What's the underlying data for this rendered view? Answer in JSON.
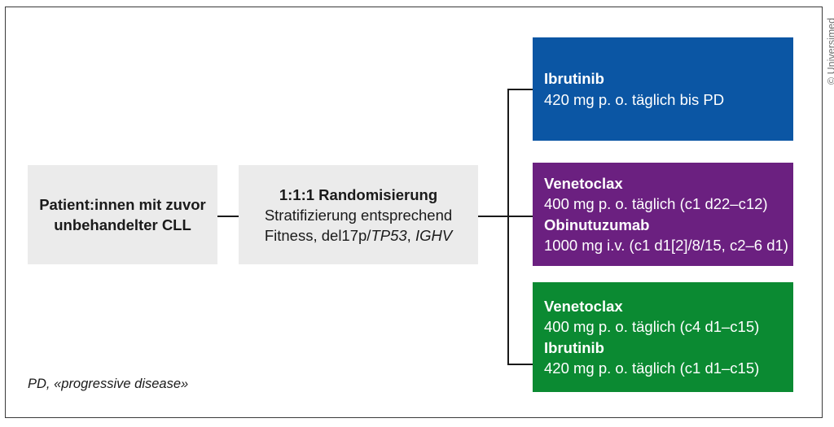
{
  "figure": {
    "credit": "© Universimed",
    "footnote": "PD, «progressive disease»"
  },
  "colors": {
    "ibrutinib_arm": "#0b56a4",
    "venetoclax_obinutuzumab_arm": "#6b2080",
    "venetoclax_ibrutinib_arm": "#0b8a32",
    "box_grey": "#ebebeb",
    "line": "#1a1a1a",
    "frame": "#3a3a3a"
  },
  "population": {
    "line1": "Patient:innen mit zuvor",
    "line2": "unbehandelter CLL"
  },
  "randomisation": {
    "title": "1:1:1 Randomisierung",
    "line2": "Stratifizierung entsprechend",
    "line3_prefix": "Fitness, del17p/",
    "line3_italic1": "TP53",
    "line3_middle": ", ",
    "line3_italic2": "IGHV"
  },
  "arms": [
    {
      "id": "ibrutinib",
      "color": "#0b56a4",
      "lines": [
        {
          "text": "Ibrutinib",
          "bold": true
        },
        {
          "text": "420 mg p. o. täglich bis PD",
          "bold": false
        }
      ]
    },
    {
      "id": "venetoclax-obinutuzumab",
      "color": "#6b2080",
      "lines": [
        {
          "text": "Venetoclax",
          "bold": true
        },
        {
          "text": "400 mg p. o. täglich (c1 d22–c12)",
          "bold": false
        },
        {
          "text": "Obinutuzumab",
          "bold": true
        },
        {
          "text": "1000 mg i.v. (c1 d1[2]/8/15, c2–6 d1)",
          "bold": false
        }
      ]
    },
    {
      "id": "venetoclax-ibrutinib",
      "color": "#0b8a32",
      "lines": [
        {
          "text": "Venetoclax",
          "bold": true
        },
        {
          "text": "400 mg p. o. täglich (c4 d1–c15)",
          "bold": false
        },
        {
          "text": "Ibrutinib",
          "bold": true
        },
        {
          "text": "420 mg p. o. täglich (c1 d1–c15)",
          "bold": false
        }
      ]
    }
  ]
}
